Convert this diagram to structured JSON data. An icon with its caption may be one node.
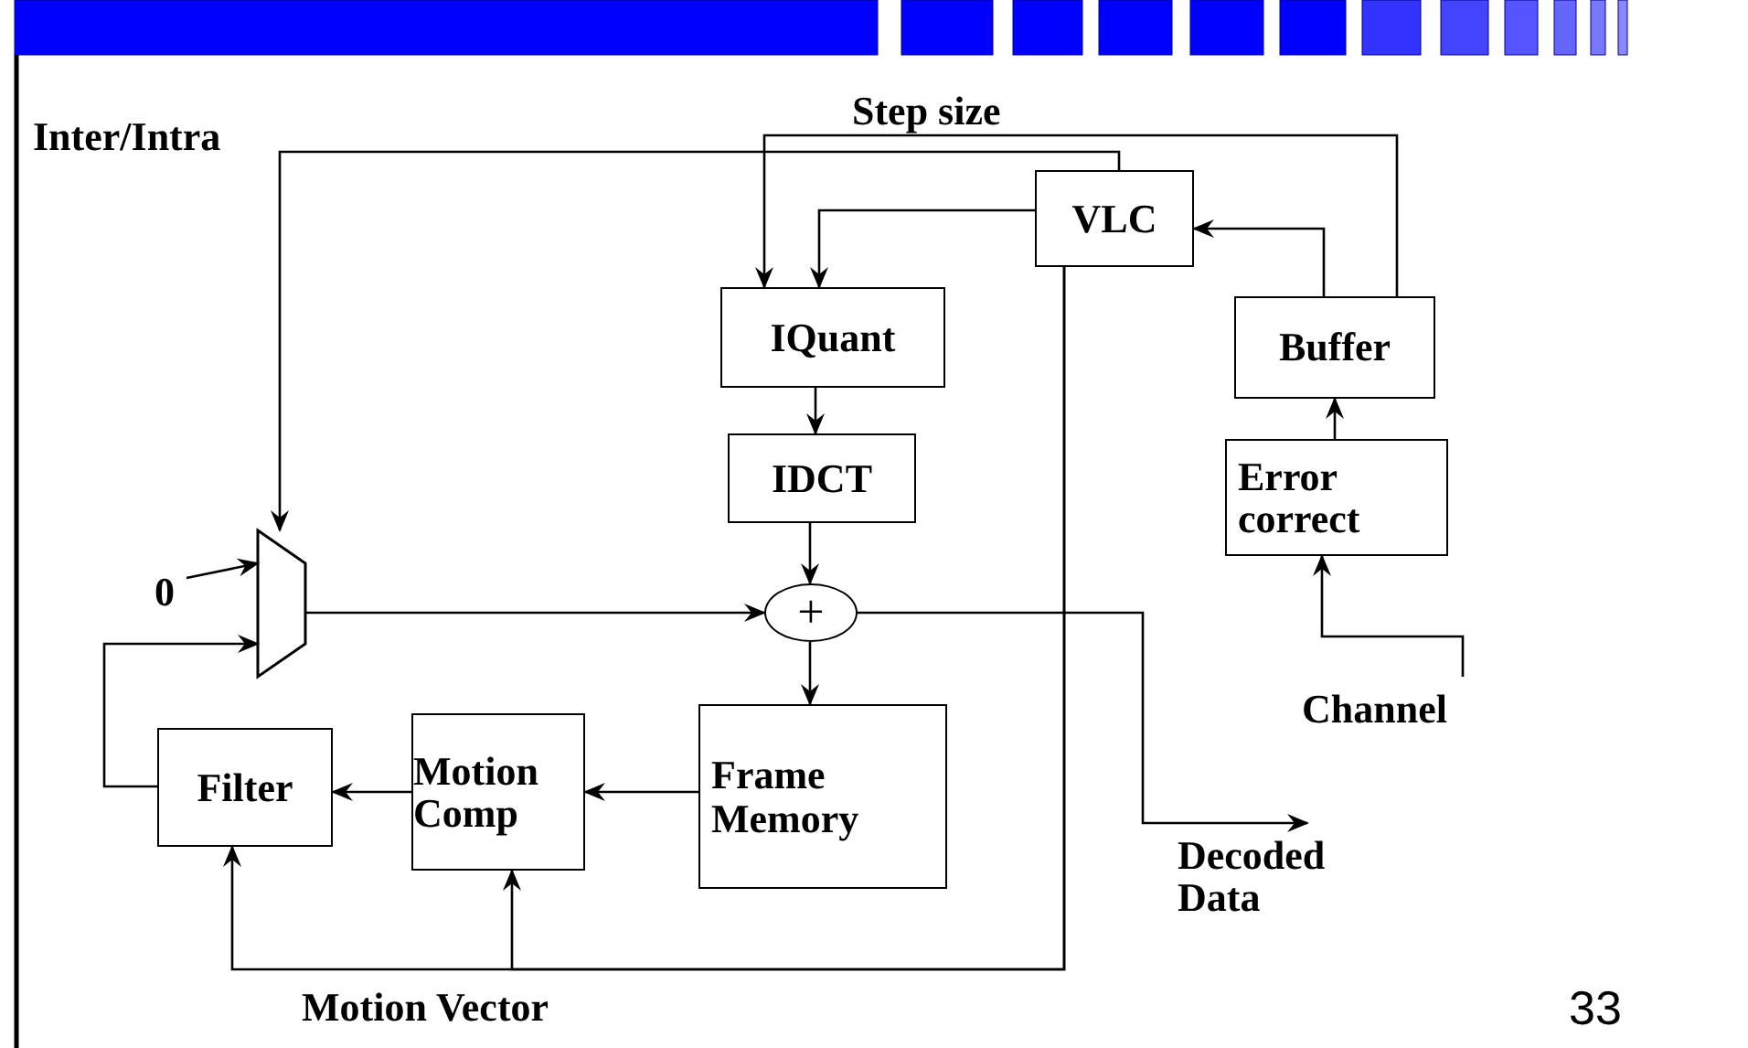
{
  "diagram": {
    "nodes": [
      {
        "text": [
          "VLC"
        ]
      },
      {
        "text": [
          "IQuant"
        ]
      },
      {
        "text": [
          "IDCT"
        ]
      },
      {
        "text": [
          "+"
        ]
      },
      {
        "text": [],
        "shape": "trapezoid"
      },
      {
        "text": [
          "0"
        ]
      },
      {
        "text": [
          "Frame Memory"
        ]
      },
      {
        "text": [
          "Motion Comp"
        ]
      },
      {
        "text": [
          "Filter"
        ]
      },
      {
        "text": [
          "Buffer"
        ]
      },
      {
        "text": [
          "Error correct"
        ]
      },
      {
        "text": [
          "Channel"
        ]
      },
      {
        "text": [
          "Decoded Data"
        ]
      }
    ],
    "edges": [
      {
        "from": 0,
        "to": 4,
        "arrow": "to"
      },
      {
        "from": 9,
        "to": 1,
        "arrow": "to"
      },
      {
        "from": 0,
        "to": 1,
        "arrow": "to"
      },
      {
        "from": 1,
        "to": 2,
        "arrow": "to"
      },
      {
        "from": 2,
        "to": 3,
        "arrow": "to"
      },
      {
        "from": 4,
        "to": 3,
        "arrow": "to"
      },
      {
        "from": 3,
        "to": 6,
        "arrow": "to"
      },
      {
        "from": 3,
        "to": 12,
        "arrow": "to"
      },
      {
        "from": 6,
        "to": 7,
        "arrow": "to"
      },
      {
        "from": 7,
        "to": 8,
        "arrow": "to"
      },
      {
        "from": 8,
        "to": 4,
        "arrow": "to"
      },
      {
        "from": 5,
        "to": 4,
        "arrow": "to"
      },
      {
        "from": 9,
        "to": 0,
        "arrow": "to"
      },
      {
        "from": 10,
        "to": 9,
        "arrow": "to"
      },
      {
        "from": 11,
        "to": 10,
        "arrow": "to"
      },
      {
        "from": 0,
        "to": 8,
        "arrow": "to"
      },
      {
        "from": 0,
        "to": 7,
        "arrow": "to"
      }
    ],
    "labels": [
      "Inter/Intra",
      "Step size",
      "Motion Vector",
      "33"
    ]
  }
}
